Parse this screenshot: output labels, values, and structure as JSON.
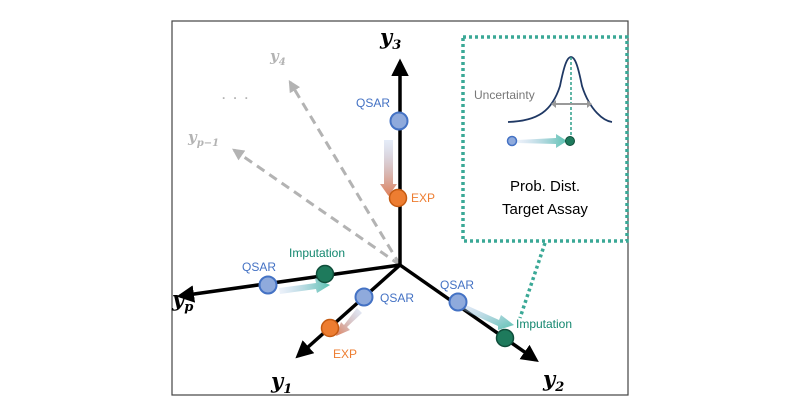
{
  "axes": {
    "y1": {
      "base": "y",
      "sub": "1"
    },
    "y2": {
      "base": "y",
      "sub": "2"
    },
    "y3": {
      "base": "y",
      "sub": "3"
    },
    "yp": {
      "base": "y",
      "sub": "p"
    },
    "y4": {
      "base": "y",
      "sub": "4"
    },
    "yp1": {
      "base": "y",
      "sub": "p−1"
    },
    "ellipsis": "· · ·"
  },
  "labels": {
    "qsar": "QSAR",
    "exp": "EXP",
    "imputation": "Imputation"
  },
  "inset": {
    "uncertainty": "Uncertainty",
    "line1": "Prob. Dist.",
    "line2": "Target Assay"
  },
  "colors": {
    "qsar": "#4472c4",
    "qsar_fill": "#8faadc",
    "exp": "#ed7d31",
    "imputation": "#13876f",
    "imputation_fill": "#1e7a5c",
    "teal_arrow": "#5ac2b0",
    "inset_border": "#3aa896",
    "gray_axis": "#b3b3b3"
  }
}
